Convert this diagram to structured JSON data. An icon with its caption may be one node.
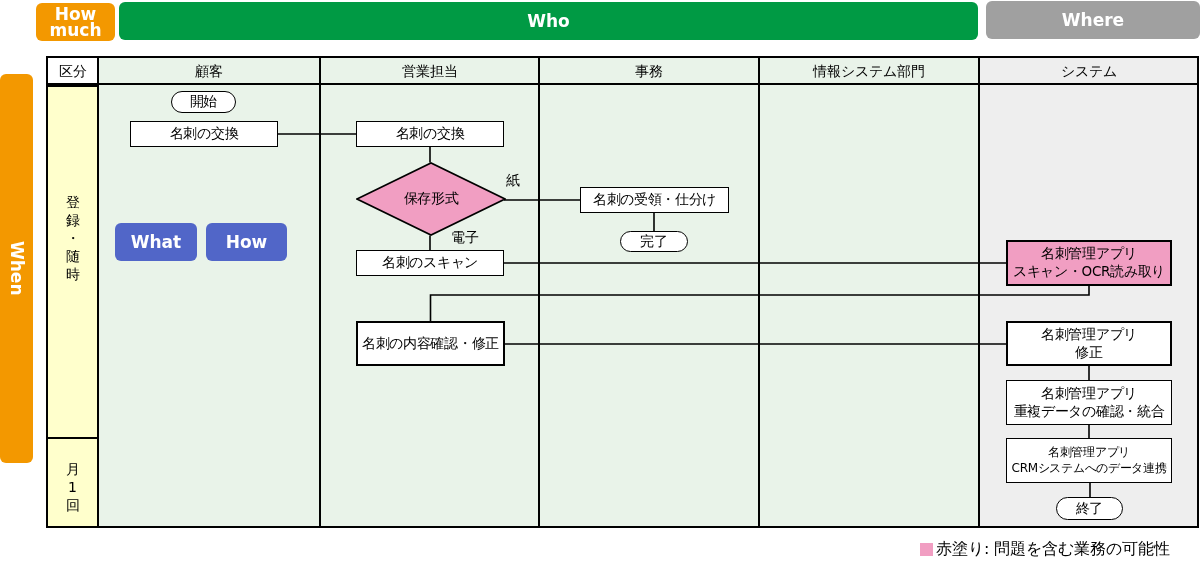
{
  "diagram": {
    "nodes": [
      {
        "text": [
          "How much"
        ]
      },
      {
        "text": [
          "Who"
        ]
      },
      {
        "text": [
          "Where"
        ]
      },
      {
        "text": [
          "When"
        ]
      },
      {
        "text": [
          "区分"
        ]
      },
      {
        "text": [
          "登録・随時"
        ],
        "in": 4
      },
      {
        "text": [
          "月1回"
        ],
        "in": 4
      },
      {
        "text": [
          "顧客"
        ]
      },
      {
        "text": [
          "開始"
        ],
        "in": 7
      },
      {
        "text": [
          "名刺の交換"
        ],
        "in": 7
      },
      {
        "text": [
          "What"
        ],
        "in": 7
      },
      {
        "text": [
          "How"
        ],
        "in": 7
      },
      {
        "text": [
          "営業担当"
        ]
      },
      {
        "text": [
          "名刺の交換"
        ],
        "in": 12
      },
      {
        "text": [
          "保存形式"
        ],
        "in": 12
      },
      {
        "text": [
          "名刺のスキャン"
        ],
        "in": 12
      },
      {
        "text": [
          "名刺の内容確認・修正"
        ],
        "in": 12
      },
      {
        "text": [
          "事務"
        ]
      },
      {
        "text": [
          "名刺の受領・仕分け"
        ],
        "in": 17
      },
      {
        "text": [
          "完了"
        ],
        "in": 17
      },
      {
        "text": [
          "情報システム部門"
        ]
      },
      {
        "text": [
          "システム"
        ]
      },
      {
        "text": [
          "名刺管理アプリ",
          "スキャン・OCR読み取り"
        ],
        "in": 21
      },
      {
        "text": [
          "名刺管理アプリ",
          "修正"
        ],
        "in": 21
      },
      {
        "text": [
          "名刺管理アプリ",
          "重複データの確認・統合"
        ],
        "in": 21
      },
      {
        "text": [
          "名刺管理アプリ",
          "CRMシステムへのデータ連携"
        ],
        "in": 21
      },
      {
        "text": [
          "終了"
        ],
        "in": 21
      }
    ],
    "edges": [
      {
        "from": 9,
        "to": 13,
        "arrow": "none"
      },
      {
        "from": 13,
        "to": 14,
        "arrow": "none"
      },
      {
        "from": 14,
        "to": 18,
        "arrow": "none",
        "label": "紙"
      },
      {
        "from": 18,
        "to": 19,
        "arrow": "none"
      },
      {
        "from": 14,
        "to": 15,
        "arrow": "none",
        "label": "電子"
      },
      {
        "from": 15,
        "to": 22,
        "arrow": "none"
      },
      {
        "from": 22,
        "to": 16,
        "arrow": "none"
      },
      {
        "from": 16,
        "to": 23,
        "arrow": "none"
      },
      {
        "from": 23,
        "to": 24,
        "arrow": "none"
      },
      {
        "from": 24,
        "to": 25,
        "arrow": "none"
      },
      {
        "from": 25,
        "to": 26,
        "arrow": "none"
      }
    ],
    "legend": [
      {
        "text": "赤塗り: 問題を含む業務の可能性",
        "color": "#f19ec2"
      }
    ]
  }
}
